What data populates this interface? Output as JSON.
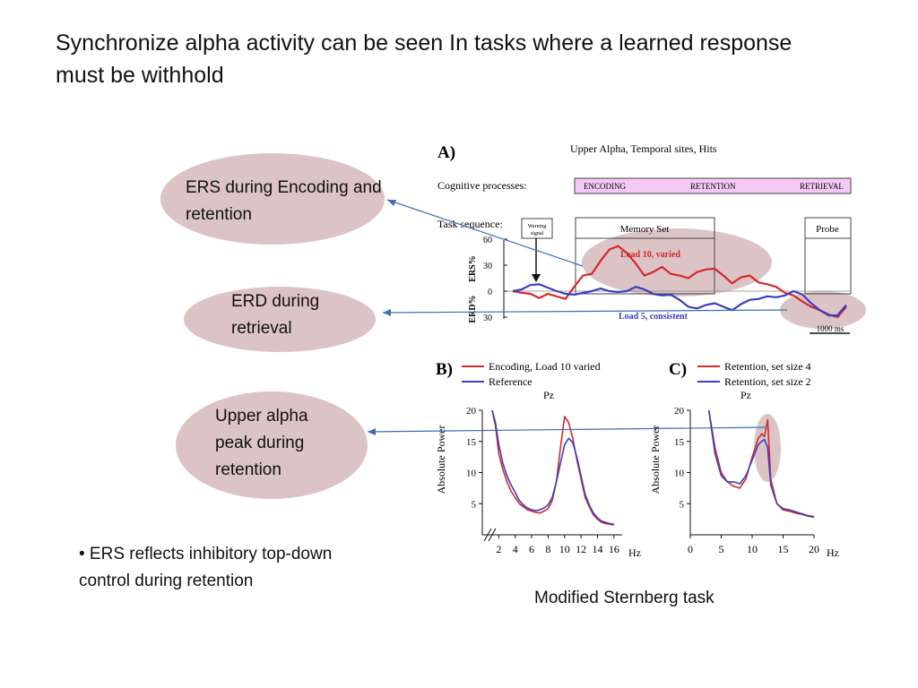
{
  "slide": {
    "title": "Synchronize alpha activity can be seen In tasks where a learned response must be withhold",
    "callouts": [
      {
        "text": "ERS during Encoding and retention"
      },
      {
        "text": "ERD during retrieval"
      },
      {
        "text": "Upper alpha peak during retention"
      }
    ],
    "bullet": "• ERS reflects inhibitory top-down control during retention",
    "caption": "Modified Sternberg task"
  },
  "colors": {
    "red": "#d42a2a",
    "blue": "#3a3fc0",
    "oval": "#dcc3c6",
    "arrow": "#3d6fb0",
    "pink": "#f6c8f6"
  },
  "panelA": {
    "label": "A)",
    "subtitle": "Upper Alpha, Temporal sites, Hits",
    "cognitive_label": "Cognitive processes:",
    "processes": [
      "ENCODING",
      "RETENTION",
      "RETRIEVAL"
    ],
    "task_label": "Task sequence:",
    "warning": [
      "Warning",
      "signal"
    ],
    "memory_set": "Memory Set",
    "probe": "Probe",
    "ers_label": "ERS%",
    "erd_label": "ERD%",
    "scale": "1000 ms"
  },
  "panelB": {
    "label": "B)",
    "legend": [
      "Encoding, Load 10 varied",
      "Reference"
    ],
    "site": "Pz",
    "unit": "Hz"
  },
  "panelC": {
    "label": "C)",
    "legend": [
      "Retention, set size 4",
      "Retention, set size 2"
    ],
    "site": "Pz",
    "unit": "Hz"
  },
  "chart_data": [
    {
      "type": "line",
      "title": "Upper Alpha, Temporal sites, Hits",
      "ylabel": "ERS% / ERD%",
      "ylim": [
        -35,
        65
      ],
      "y_ticks": [
        60,
        30,
        0,
        30
      ],
      "x": [
        0,
        1,
        2,
        3,
        4,
        5,
        6,
        7,
        8,
        9,
        10,
        11,
        12,
        13,
        14,
        15,
        16,
        17,
        18,
        19,
        20,
        21,
        22,
        23,
        24,
        25,
        26,
        27,
        28,
        29,
        30,
        31,
        32,
        33,
        34,
        35,
        36,
        37,
        38
      ],
      "series": [
        {
          "name": "Load 10, varied",
          "color": "#d42a2a",
          "values": [
            0,
            -2,
            -3,
            -8,
            -3,
            -6,
            -9,
            5,
            18,
            20,
            35,
            48,
            52,
            44,
            32,
            18,
            22,
            28,
            20,
            18,
            15,
            22,
            25,
            26,
            18,
            9,
            16,
            18,
            10,
            8,
            5,
            -2,
            -5,
            -12,
            -18,
            -22,
            -27,
            -30,
            -18
          ]
        },
        {
          "name": "Load 5, consistent",
          "color": "#3a3fc0",
          "values": [
            0,
            2,
            7,
            8,
            4,
            0,
            -3,
            -4,
            -2,
            0,
            3,
            0,
            -1,
            0,
            5,
            2,
            -3,
            -5,
            -4,
            -10,
            -18,
            -20,
            -16,
            -14,
            -18,
            -22,
            -15,
            -10,
            -9,
            -6,
            -7,
            -5,
            0,
            -4,
            -14,
            -22,
            -28,
            -28,
            -16
          ]
        }
      ],
      "annotations": [
        "Load 10, varied",
        "Load 5, consistent",
        "1000 ms"
      ]
    },
    {
      "type": "line",
      "site": "Pz",
      "xlabel": "Hz",
      "ylabel": "Absolute Power",
      "x_ticks": [
        2,
        4,
        6,
        8,
        10,
        12,
        14,
        16
      ],
      "y_ticks": [
        5,
        10,
        15,
        20
      ],
      "xlim": [
        0,
        17
      ],
      "ylim": [
        0,
        20
      ],
      "series": [
        {
          "name": "Encoding, Load 10 varied",
          "color": "#d42a2a",
          "x": [
            1.2,
            1.6,
            2,
            2.5,
            3,
            3.5,
            4,
            4.5,
            5,
            5.5,
            6,
            6.5,
            7,
            7.5,
            8,
            8.5,
            9,
            9.5,
            10,
            10.5,
            11,
            11.5,
            12,
            12.5,
            13,
            13.5,
            14,
            14.5,
            15,
            15.5,
            16
          ],
          "y": [
            20,
            17.5,
            13,
            10.5,
            8.5,
            7,
            6,
            5,
            4.5,
            4,
            3.8,
            3.6,
            3.5,
            3.8,
            4.2,
            5.5,
            8.5,
            14,
            19,
            18,
            15.5,
            12,
            9,
            6,
            4.5,
            3.2,
            2.5,
            2,
            1.8,
            1.7,
            1.6
          ]
        },
        {
          "name": "Reference",
          "color": "#3a3fc0",
          "x": [
            1.2,
            1.6,
            2,
            2.5,
            3,
            3.5,
            4,
            4.5,
            5,
            5.5,
            6,
            6.5,
            7,
            7.5,
            8,
            8.5,
            9,
            9.5,
            10,
            10.5,
            11,
            11.5,
            12,
            12.5,
            13,
            13.5,
            14,
            14.5,
            15,
            15.5,
            16
          ],
          "y": [
            20,
            18,
            14.5,
            11.5,
            9.5,
            8,
            6.8,
            5.5,
            4.8,
            4.3,
            4,
            3.9,
            4,
            4.3,
            4.8,
            6,
            8.5,
            11.5,
            14.5,
            15.5,
            14.8,
            12.5,
            9.5,
            6.5,
            4.8,
            3.5,
            2.7,
            2.2,
            2,
            1.8,
            1.7
          ]
        }
      ]
    },
    {
      "type": "line",
      "site": "Pz",
      "xlabel": "Hz",
      "ylabel": "Absolute Power",
      "x_ticks": [
        0,
        5,
        10,
        15,
        20
      ],
      "y_ticks": [
        5,
        10,
        15,
        20
      ],
      "xlim": [
        0,
        20
      ],
      "ylim": [
        0,
        20
      ],
      "series": [
        {
          "name": "Retention, set size 4",
          "color": "#d42a2a",
          "x": [
            3,
            4,
            5,
            6,
            7,
            8,
            9,
            10,
            11,
            11.5,
            12,
            12.5,
            13,
            14,
            15,
            16,
            17,
            18,
            19,
            20
          ],
          "y": [
            20,
            14,
            10,
            8.5,
            7.8,
            7.5,
            9,
            12.5,
            15.5,
            16.2,
            15.8,
            18.5,
            9,
            5,
            4,
            3.8,
            3.5,
            3.3,
            3,
            2.8
          ]
        },
        {
          "name": "Retention, set size 2",
          "color": "#3a3fc0",
          "x": [
            3,
            4,
            5,
            6,
            7,
            8,
            9,
            10,
            11,
            11.5,
            12,
            12.5,
            13,
            14,
            15,
            16,
            17,
            18,
            19,
            20
          ],
          "y": [
            20,
            13,
            9.5,
            8.5,
            8.5,
            8.2,
            9.5,
            12,
            14.5,
            15,
            15.3,
            14,
            8,
            5,
            4.2,
            4,
            3.7,
            3.4,
            3.1,
            2.9
          ]
        }
      ]
    }
  ]
}
